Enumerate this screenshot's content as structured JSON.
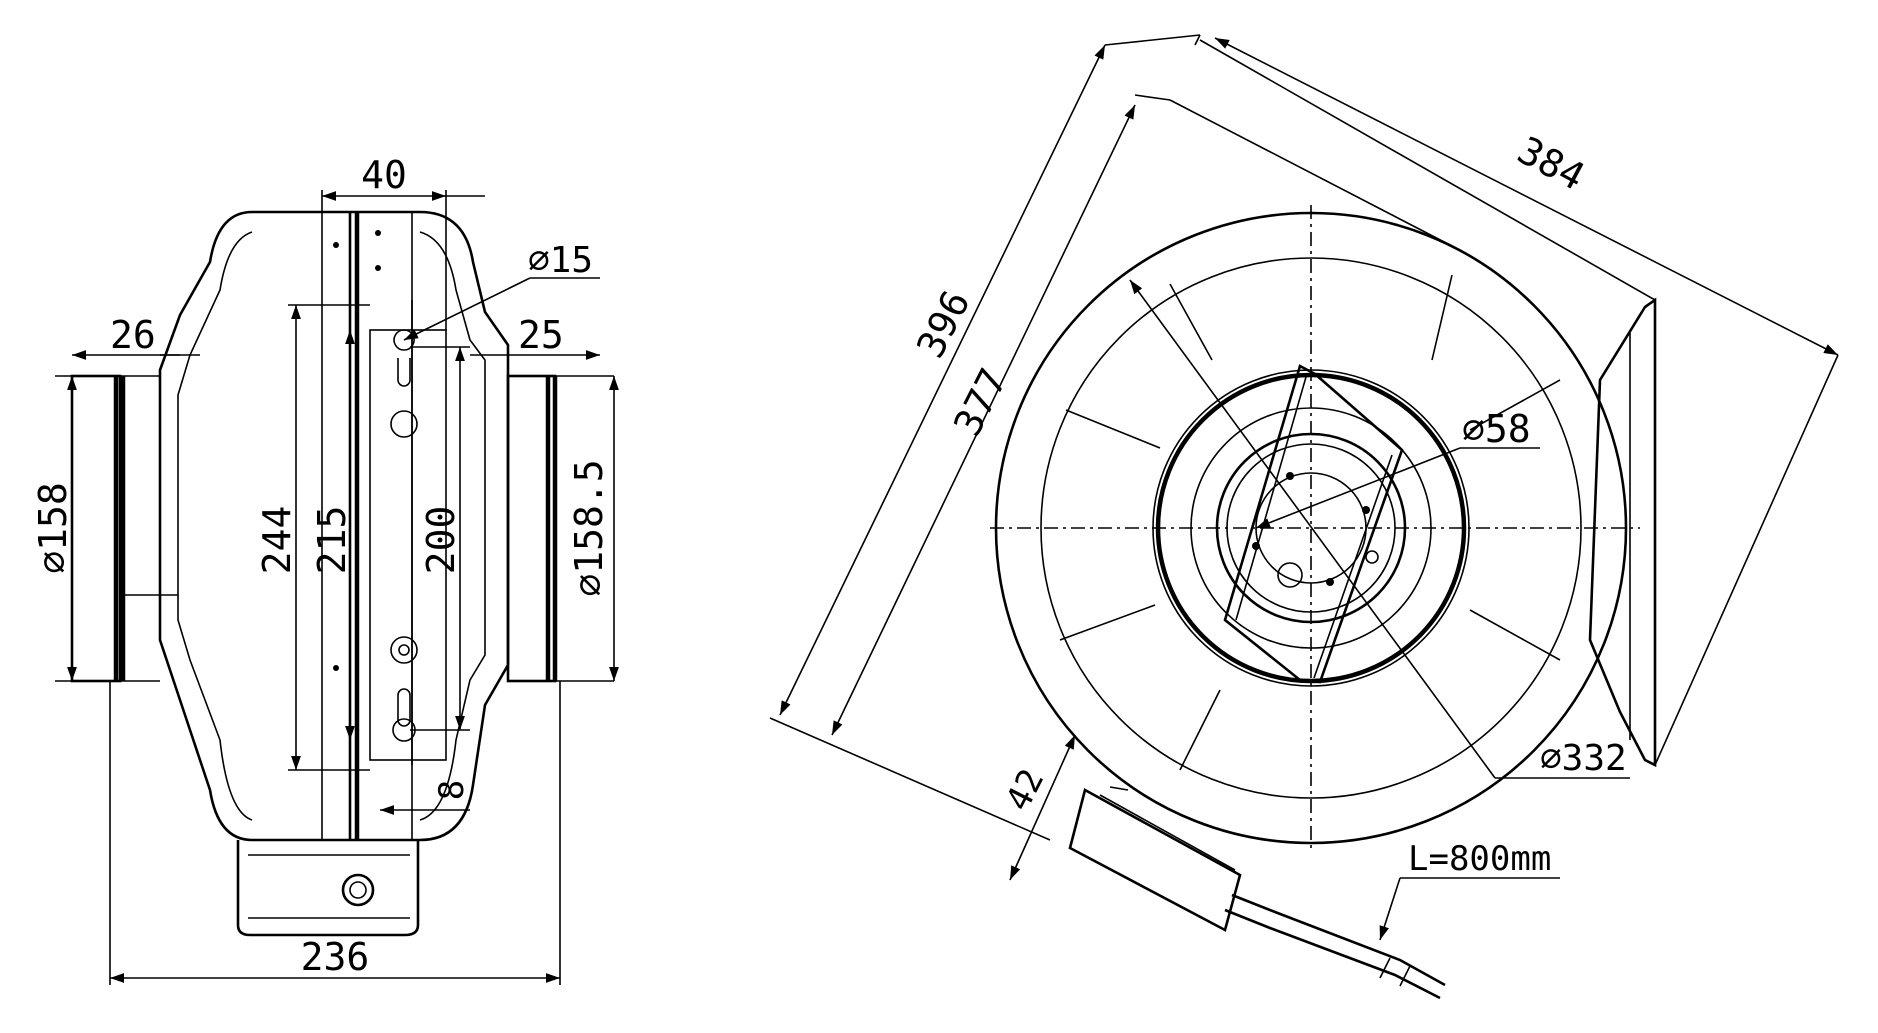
{
  "side_view": {
    "dims": {
      "width_top": "40",
      "hole_dia": "⌀15",
      "inlet_collar": "26",
      "outlet_collar": "25",
      "inlet_dia": "⌀158",
      "outlet_dia": "⌀158.5",
      "height_244": "244",
      "height_215": "215",
      "height_200": "200",
      "offset_8": "8",
      "total_length": "236"
    }
  },
  "front_view": {
    "dims": {
      "span_384": "384",
      "span_396": "396",
      "span_377": "377",
      "hub_dia": "⌀58",
      "wheel_dia": "⌀332",
      "box_42": "42",
      "cable_length": "L=800mm"
    }
  }
}
